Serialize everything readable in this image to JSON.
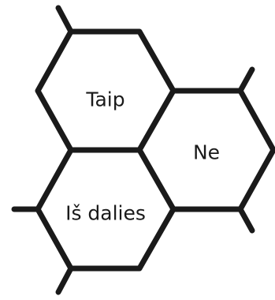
{
  "diagram": {
    "hexagons": [
      {
        "label": "Taip"
      },
      {
        "label": "Ne"
      },
      {
        "label": "Iš dalies"
      }
    ],
    "colors": {
      "stroke": "#1a1a1a",
      "fill": "#ffffff",
      "text": "#1a1a1a"
    }
  }
}
